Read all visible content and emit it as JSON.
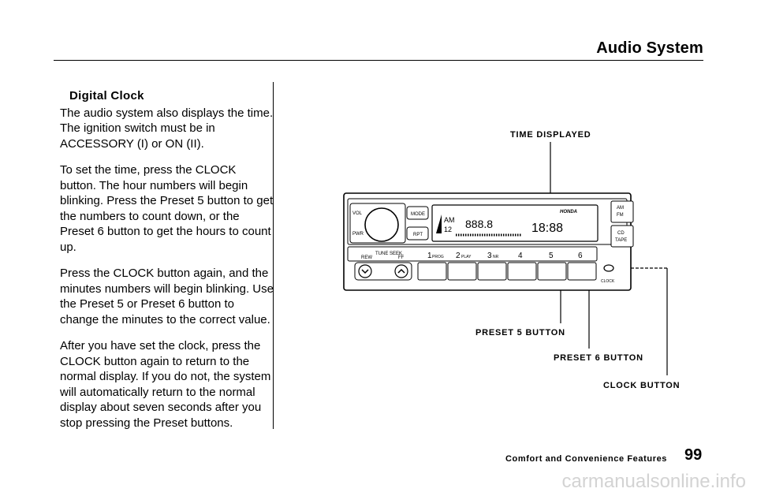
{
  "header": {
    "title": "Audio System"
  },
  "left_column": {
    "heading": "Digital Clock",
    "paragraphs": [
      "The audio system also displays the time. The ignition switch must be in ACCESSORY (I) or ON (II).",
      "To set the time, press the CLOCK button. The hour numbers will begin blinking. Press the Preset 5 button to get the numbers to count down, or the Preset 6 button to get the hours to count up.",
      "Press the CLOCK button again, and the minutes numbers will begin blinking. Use the Preset 5 or Preset 6 button to change the minutes to the correct value.",
      "After you have set the clock, press the CLOCK button again to return to the normal display. If you do not, the system will automatically return to the normal display about seven seconds after you stop pressing the Preset buttons."
    ]
  },
  "diagram": {
    "callouts": {
      "time_displayed": "TIME DISPLAYED",
      "preset5": "PRESET 5 BUTTON",
      "preset6": "PRESET 6 BUTTON",
      "clock": "CLOCK BUTTON"
    },
    "unit": {
      "brand": "HONDA",
      "vol": "VOL",
      "pwr": "PWR",
      "mode": "MODE",
      "rpt": "RPT",
      "am": "AM",
      "fm": "FM",
      "cd": "CD",
      "tape": "TAPE",
      "rew": "REW",
      "tune_seek": "TUNE SEEK",
      "ff": "FF",
      "presets": [
        "1",
        "2",
        "3",
        "4",
        "5",
        "6"
      ],
      "preset_sublabels": [
        "PROG",
        "PLAY",
        "NR"
      ],
      "clock_small": "CLOCK",
      "display_band": "AM",
      "display_preset": "12",
      "display_freq": "888.8",
      "display_time": "18:88"
    }
  },
  "footer": {
    "section": "Comfort and Convenience Features",
    "page_number": "99"
  },
  "watermark": "carmanualsonline.info"
}
